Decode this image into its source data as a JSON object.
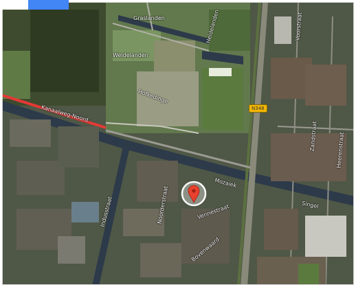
{
  "map": {
    "labels": {
      "graslanden": "Graslanden",
      "weidelanden": "Weidelanden",
      "heidelanden": "Heidelanden",
      "hofkedinge": "Hofkedinge",
      "kanaal_noord": "Kanaalweg-Noord",
      "indusstraat": "Indusstraat",
      "n348": "N348",
      "voorstraat": "Voorstraat",
      "zandstraat": "Zandstraat",
      "straat_right": "Heerenstraat",
      "noorderstraat": "Noorderstraat",
      "mozaiek": "Mozaiek",
      "vennestraat": "Vennestraat",
      "bovenwaard": "Bovenwaard",
      "singel": "Singel"
    },
    "route_color": "#e53935",
    "water_color": "#2c3a4a",
    "field_color": "#6b8a55",
    "pin_color": "#e8412e",
    "pin_icon": "map-pin-icon"
  },
  "top_bar": {
    "accent": "#4285f4"
  }
}
